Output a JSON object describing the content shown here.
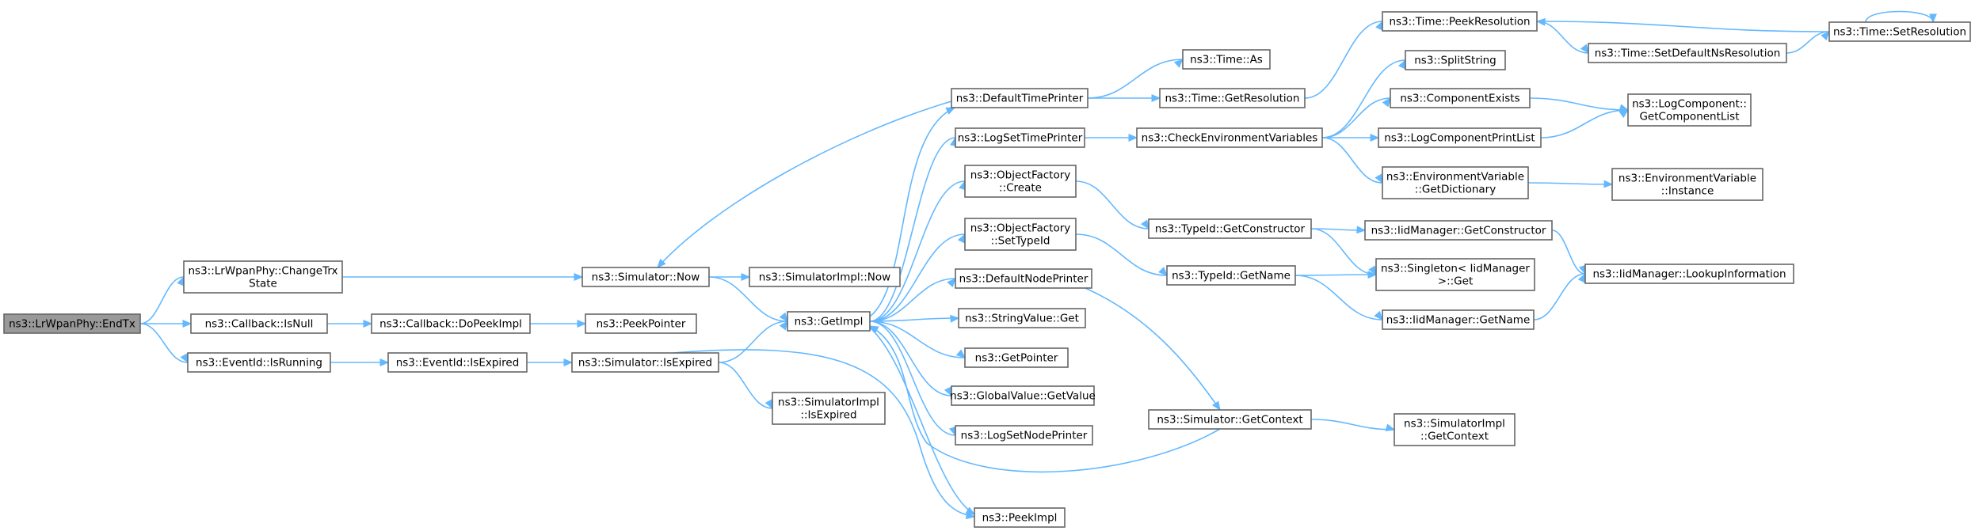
{
  "graph": {
    "nodes": [
      {
        "id": "endtx",
        "lines": [
          "ns3::LrWpanPhy::EndTx"
        ],
        "root": true
      },
      {
        "id": "changetrx",
        "lines": [
          "ns3::LrWpanPhy::ChangeTrx",
          "State"
        ]
      },
      {
        "id": "cbisnull",
        "lines": [
          "ns3::Callback::IsNull"
        ]
      },
      {
        "id": "evisrunning",
        "lines": [
          "ns3::EventId::IsRunning"
        ]
      },
      {
        "id": "simnow",
        "lines": [
          "ns3::Simulator::Now"
        ]
      },
      {
        "id": "cbdopeek",
        "lines": [
          "ns3::Callback::DoPeekImpl"
        ]
      },
      {
        "id": "evisexpired",
        "lines": [
          "ns3::EventId::IsExpired"
        ]
      },
      {
        "id": "simimplnow",
        "lines": [
          "ns3::SimulatorImpl::Now"
        ]
      },
      {
        "id": "getimpl",
        "lines": [
          "ns3::GetImpl"
        ]
      },
      {
        "id": "peekpointer",
        "lines": [
          "ns3::PeekPointer"
        ]
      },
      {
        "id": "simisexpired",
        "lines": [
          "ns3::Simulator::IsExpired"
        ]
      },
      {
        "id": "simimplisexpired",
        "lines": [
          "ns3::SimulatorImpl",
          "::IsExpired"
        ]
      },
      {
        "id": "defaulttimeprinter",
        "lines": [
          "ns3::DefaultTimePrinter"
        ]
      },
      {
        "id": "logsettimeprinter",
        "lines": [
          "ns3::LogSetTimePrinter"
        ]
      },
      {
        "id": "ofcreate",
        "lines": [
          "ns3::ObjectFactory",
          "::Create"
        ]
      },
      {
        "id": "ofsettypeid",
        "lines": [
          "ns3::ObjectFactory",
          "::SetTypeId"
        ]
      },
      {
        "id": "defaultnodeprinter",
        "lines": [
          "ns3::DefaultNodePrinter"
        ]
      },
      {
        "id": "stringvalueget",
        "lines": [
          "ns3::StringValue::Get"
        ]
      },
      {
        "id": "getpointer",
        "lines": [
          "ns3::GetPointer"
        ]
      },
      {
        "id": "globalvaluegetvalue",
        "lines": [
          "ns3::GlobalValue::GetValue"
        ]
      },
      {
        "id": "logsetnodeprinter",
        "lines": [
          "ns3::LogSetNodePrinter"
        ]
      },
      {
        "id": "peekimpl",
        "lines": [
          "ns3::PeekImpl"
        ]
      },
      {
        "id": "timeas",
        "lines": [
          "ns3::Time::As"
        ]
      },
      {
        "id": "timegetres",
        "lines": [
          "ns3::Time::GetResolution"
        ]
      },
      {
        "id": "checkenv",
        "lines": [
          "ns3::CheckEnvironmentVariables"
        ]
      },
      {
        "id": "typeidgetctor",
        "lines": [
          "ns3::TypeId::GetConstructor"
        ]
      },
      {
        "id": "typeidgetname",
        "lines": [
          "ns3::TypeId::GetName"
        ]
      },
      {
        "id": "simgetcontext",
        "lines": [
          "ns3::Simulator::GetContext"
        ]
      },
      {
        "id": "timepeekres",
        "lines": [
          "ns3::Time::PeekResolution"
        ]
      },
      {
        "id": "splitstring",
        "lines": [
          "ns3::SplitString"
        ]
      },
      {
        "id": "componentexists",
        "lines": [
          "ns3::ComponentExists"
        ]
      },
      {
        "id": "logcompprintlist",
        "lines": [
          "ns3::LogComponentPrintList"
        ]
      },
      {
        "id": "envgetdict",
        "lines": [
          "ns3::EnvironmentVariable",
          "::GetDictionary"
        ]
      },
      {
        "id": "iidgetctor",
        "lines": [
          "ns3::IidManager::GetConstructor"
        ]
      },
      {
        "id": "singletonget",
        "lines": [
          "ns3::Singleton< IidManager",
          " >::Get"
        ]
      },
      {
        "id": "iidgetname",
        "lines": [
          "ns3::IidManager::GetName"
        ]
      },
      {
        "id": "simimplgetcontext",
        "lines": [
          "ns3::SimulatorImpl",
          "::GetContext"
        ]
      },
      {
        "id": "timesetdefaultns",
        "lines": [
          "ns3::Time::SetDefaultNsResolution"
        ]
      },
      {
        "id": "logcompgetlist",
        "lines": [
          "ns3::LogComponent::",
          "GetComponentList"
        ]
      },
      {
        "id": "envinstance",
        "lines": [
          "ns3::EnvironmentVariable",
          "::Instance"
        ]
      },
      {
        "id": "iidlookupinfo",
        "lines": [
          "ns3::IidManager::LookupInformation"
        ]
      },
      {
        "id": "timesetres",
        "lines": [
          "ns3::Time::SetResolution"
        ]
      }
    ]
  }
}
